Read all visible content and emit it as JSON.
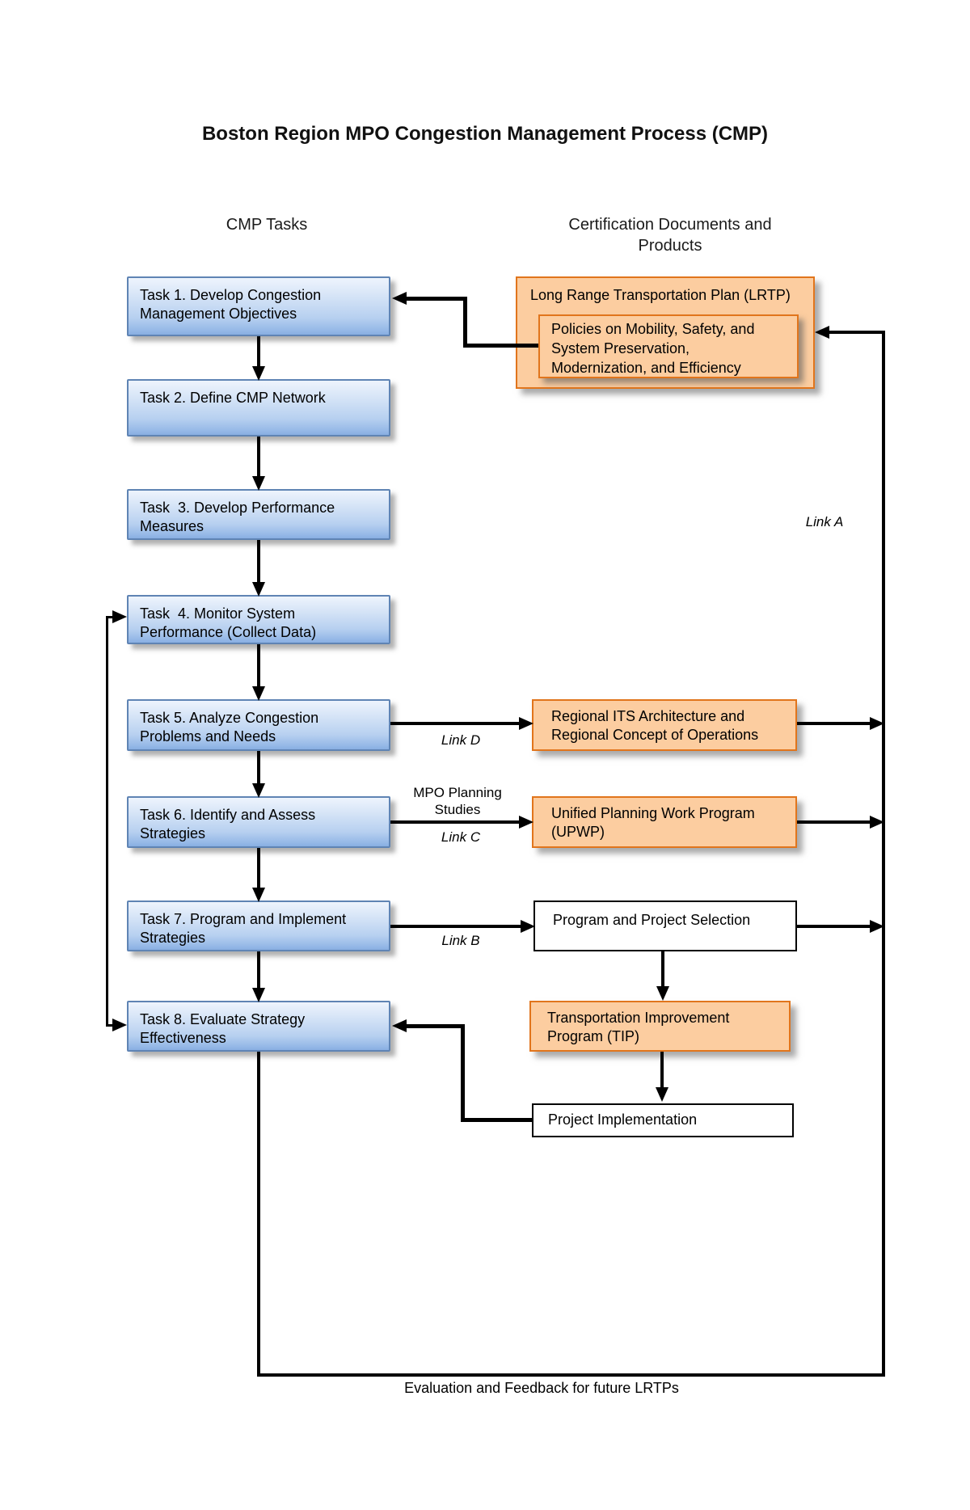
{
  "title": "Boston Region MPO Congestion Management Process (CMP)",
  "headers": {
    "left": "CMP Tasks",
    "right": "Certification Documents and\nProducts"
  },
  "tasks": [
    {
      "label": "Task 1. Develop Congestion\nManagement Objectives"
    },
    {
      "label": "Task 2. Define CMP Network"
    },
    {
      "label": "Task  3. Develop Performance\nMeasures"
    },
    {
      "label": "Task  4. Monitor System\nPerformance (Collect Data)"
    },
    {
      "label": "Task 5. Analyze Congestion\nProblems and Needs"
    },
    {
      "label": "Task 6. Identify and Assess\nStrategies"
    },
    {
      "label": "Task 7. Program and Implement\nStrategies"
    },
    {
      "label": "Task 8. Evaluate Strategy\nEffectiveness"
    }
  ],
  "products": {
    "lrtp": "Long Range Transportation Plan (LRTP)",
    "lrtp_policies": "Policies on Mobility, Safety, and\nSystem Preservation,\nModernization, and Efficiency",
    "regional_its": "Regional ITS Architecture and\nRegional Concept of Operations",
    "upwp": "Unified Planning Work Program\n(UPWP)",
    "program_selection": "Program and Project Selection",
    "tip": "Transportation Improvement\nProgram (TIP)",
    "project_implementation": "Project Implementation"
  },
  "labels": {
    "link_a": "Link A",
    "link_b": "Link B",
    "link_c": "Link C",
    "link_d": "Link D",
    "mpo_planning": "MPO Planning\nStudies",
    "footer": "Evaluation and Feedback for future LRTPs"
  },
  "colors": {
    "task_fill_top": "#eef4fd",
    "task_fill_bottom": "#88aee2",
    "task_border": "#5f84b4",
    "product_fill": "#fccda0",
    "product_border": "#e1751c",
    "plain_box_border": "#000000",
    "connector": "#000000",
    "shadow": "rgba(100,100,100,0.55)"
  }
}
